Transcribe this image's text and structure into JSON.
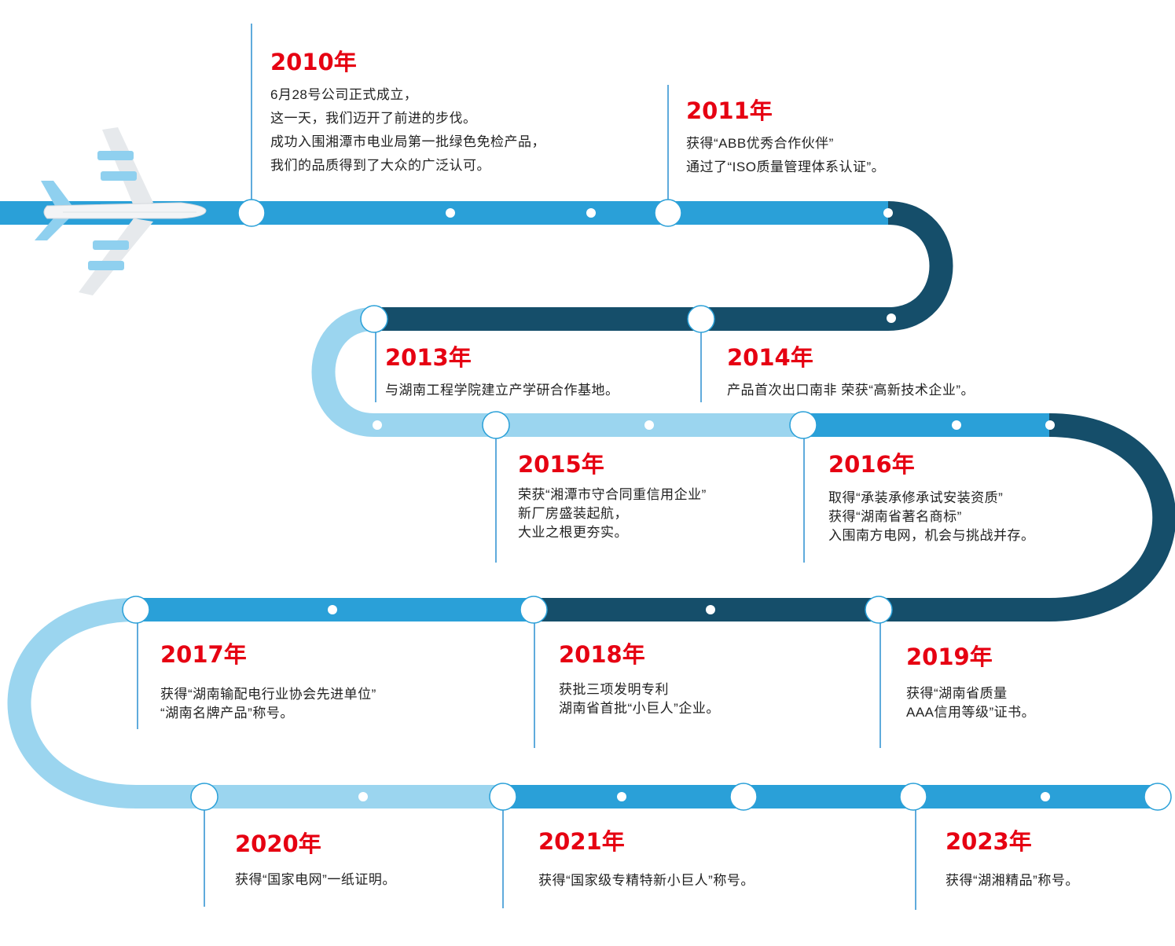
{
  "colors": {
    "accent_red": "#e60012",
    "road_mid_blue": "#2aa0d8",
    "road_dark_blue": "#154e6a",
    "road_light_blue": "#9bd5ef",
    "marker_fill": "#ffffff"
  },
  "icons": {
    "plane": "airplane-icon"
  },
  "timeline": [
    {
      "year": "2010年",
      "lines": [
        "6月28号公司正式成立，",
        "这一天，我们迈开了前进的步伐。",
        "成功入围湘潭市电业局第一批绿色免检产品，",
        "我们的品质得到了大众的广泛认可。"
      ]
    },
    {
      "year": "2011年",
      "lines": [
        "获得“ABB优秀合作伙伴”",
        "通过了“ISO质量管理体系认证”。"
      ]
    },
    {
      "year": "2013年",
      "lines": [
        "与湖南工程学院建立产学研合作基地。"
      ]
    },
    {
      "year": "2014年",
      "lines": [
        "产品首次出口南非  荣获“高新技术企业”。"
      ]
    },
    {
      "year": "2015年",
      "lines": [
        "荣获“湘潭市守合同重信用企业”",
        "新厂房盛装起航，",
        "大业之根更夯实。"
      ]
    },
    {
      "year": "2016年",
      "lines": [
        "取得“承装承修承试安装资质”",
        "获得“湖南省著名商标”",
        "入围南方电网，机会与挑战并存。"
      ]
    },
    {
      "year": "2017年",
      "lines": [
        "获得“湖南输配电行业协会先进单位”",
        "“湖南名牌产品”称号。"
      ]
    },
    {
      "year": "2018年",
      "lines": [
        "获批三项发明专利",
        "湖南省首批“小巨人”企业。"
      ]
    },
    {
      "year": "2019年",
      "lines": [
        "获得“湖南省质量",
        "AAA信用等级”证书。"
      ]
    },
    {
      "year": "2020年",
      "lines": [
        "获得“国家电网”一纸证明。"
      ]
    },
    {
      "year": "2021年",
      "lines": [
        "获得“国家级专精特新小巨人”称号。"
      ]
    },
    {
      "year": "2023年",
      "lines": [
        "获得“湖湘精品”称号。"
      ]
    }
  ]
}
